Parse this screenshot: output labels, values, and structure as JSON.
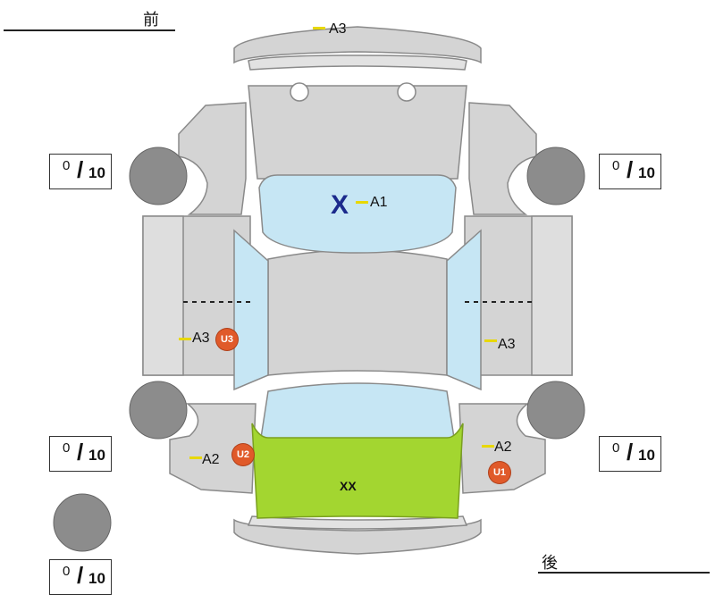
{
  "header": {
    "front": "前",
    "rear": "後"
  },
  "tire_readouts": [
    {
      "id": "front-left",
      "value": "0",
      "denominator": "10"
    },
    {
      "id": "front-right",
      "value": "0",
      "denominator": "10"
    },
    {
      "id": "rear-left",
      "value": "0",
      "denominator": "10"
    },
    {
      "id": "rear-right",
      "value": "0",
      "denominator": "10"
    },
    {
      "id": "spare",
      "value": "0",
      "denominator": "10"
    }
  ],
  "damage_codes": {
    "front_bumper": "A3",
    "windshield": "A1",
    "windshield_mark": "X",
    "left_side": "A3",
    "left_side_badge": "U3",
    "right_side": "A3",
    "rear_left_quarter": "A2",
    "rear_left_badge": "U2",
    "rear_right_quarter": "A2",
    "rear_right_badge": "U1",
    "trunk": "XX"
  },
  "colors": {
    "body": "#d4d4d4",
    "outline": "#8a8a8a",
    "glass": "#c6e6f4",
    "tire": "#8c8c8c",
    "highlight": "#a3d630",
    "badge": "#e05a2a",
    "mark": "#1b2a8c"
  }
}
